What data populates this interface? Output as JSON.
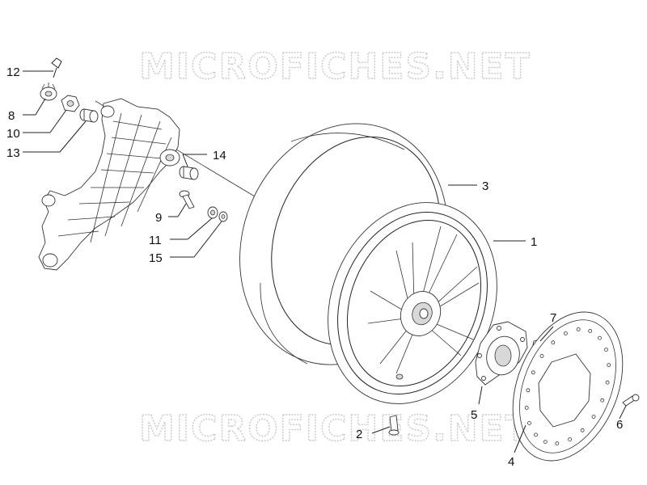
{
  "watermark": {
    "top": "MICROFICHES.NET",
    "bottom": "MICROFICHES.NET"
  },
  "callouts": [
    {
      "id": "1",
      "text": "1"
    },
    {
      "id": "2",
      "text": "2"
    },
    {
      "id": "3",
      "text": "3"
    },
    {
      "id": "4",
      "text": "4"
    },
    {
      "id": "5",
      "text": "5"
    },
    {
      "id": "6",
      "text": "6"
    },
    {
      "id": "7",
      "text": "7"
    },
    {
      "id": "8",
      "text": "8"
    },
    {
      "id": "9",
      "text": "9"
    },
    {
      "id": "10",
      "text": "10"
    },
    {
      "id": "11",
      "text": "11"
    },
    {
      "id": "12",
      "text": "12"
    },
    {
      "id": "13",
      "text": "13"
    },
    {
      "id": "14",
      "text": "14"
    },
    {
      "id": "15",
      "text": "15"
    }
  ]
}
